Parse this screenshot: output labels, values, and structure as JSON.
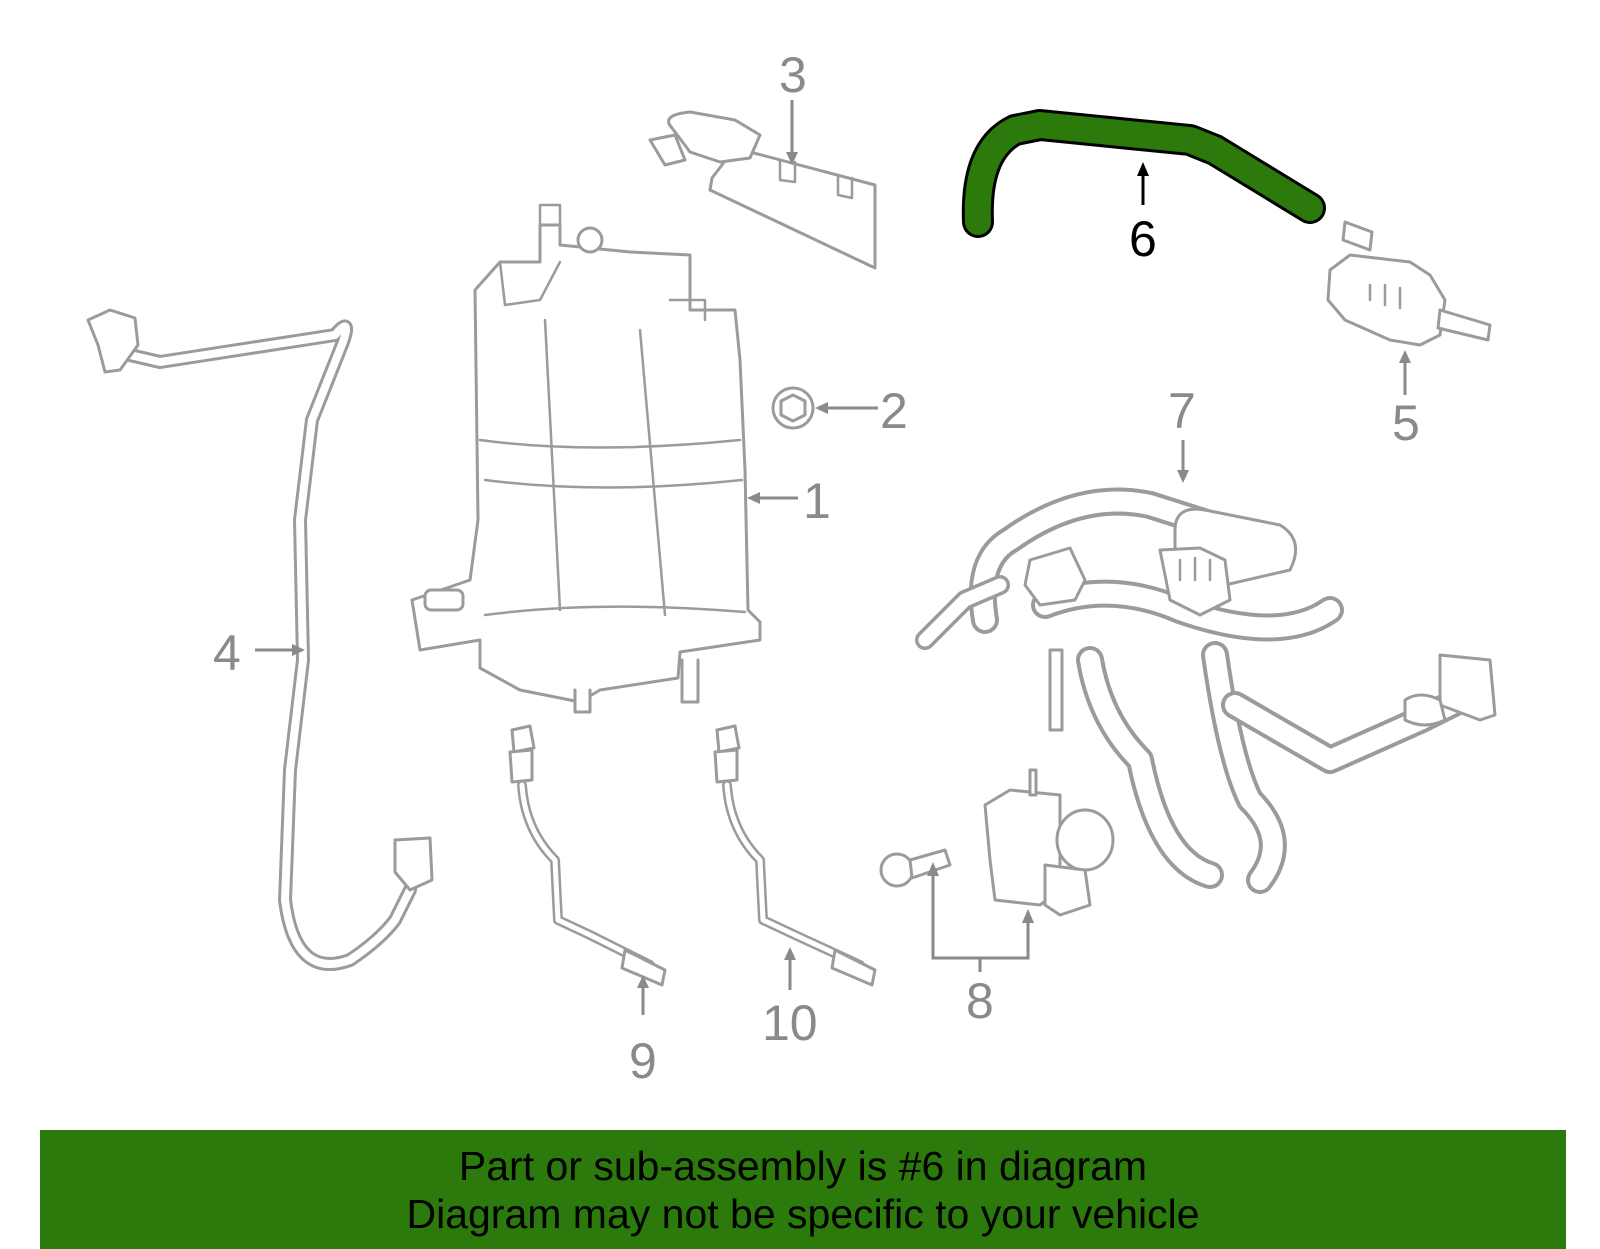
{
  "callouts": {
    "c1": "1",
    "c2": "2",
    "c3": "3",
    "c4": "4",
    "c5": "5",
    "c6": "6",
    "c7": "7",
    "c8": "8",
    "c9": "9",
    "c10": "10"
  },
  "highlighted_part": "6",
  "colors": {
    "highlight": "#2b7a0b",
    "banner": "#2b7a0b",
    "line_art": "#9b9b9b",
    "text": "#000000"
  },
  "banner": {
    "line1": "Part or sub-assembly is #6 in diagram",
    "line2": "Diagram may not be specific to your vehicle"
  }
}
